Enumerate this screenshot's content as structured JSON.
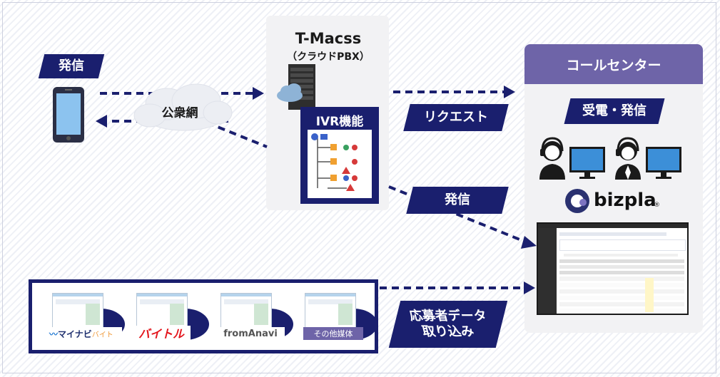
{
  "left": {
    "label_outgoing": "発信"
  },
  "cloud": {
    "label": "公衆網"
  },
  "server": {
    "title": "T-Macss",
    "subtitle": "（クラウドPBX）",
    "ivr_label": "IVR機能"
  },
  "flow": {
    "request_label": "リクエスト",
    "outgoing_label": "発信",
    "import_label_line1": "応募者データ",
    "import_label_line2": "取り込み"
  },
  "callcenter": {
    "header": "コールセンター",
    "subheader": "受電・発信",
    "brand": "bizpla"
  },
  "media": {
    "mynavi": "マイナビ",
    "mynavi_suffix": "バイト",
    "baitoru": "バイトル",
    "fromanavi": "fromAnavi",
    "other": "その他媒体"
  },
  "colors": {
    "navy": "#1a1f6e",
    "purple_header": "#6e64a8",
    "panel_bg": "#f2f2f4"
  }
}
